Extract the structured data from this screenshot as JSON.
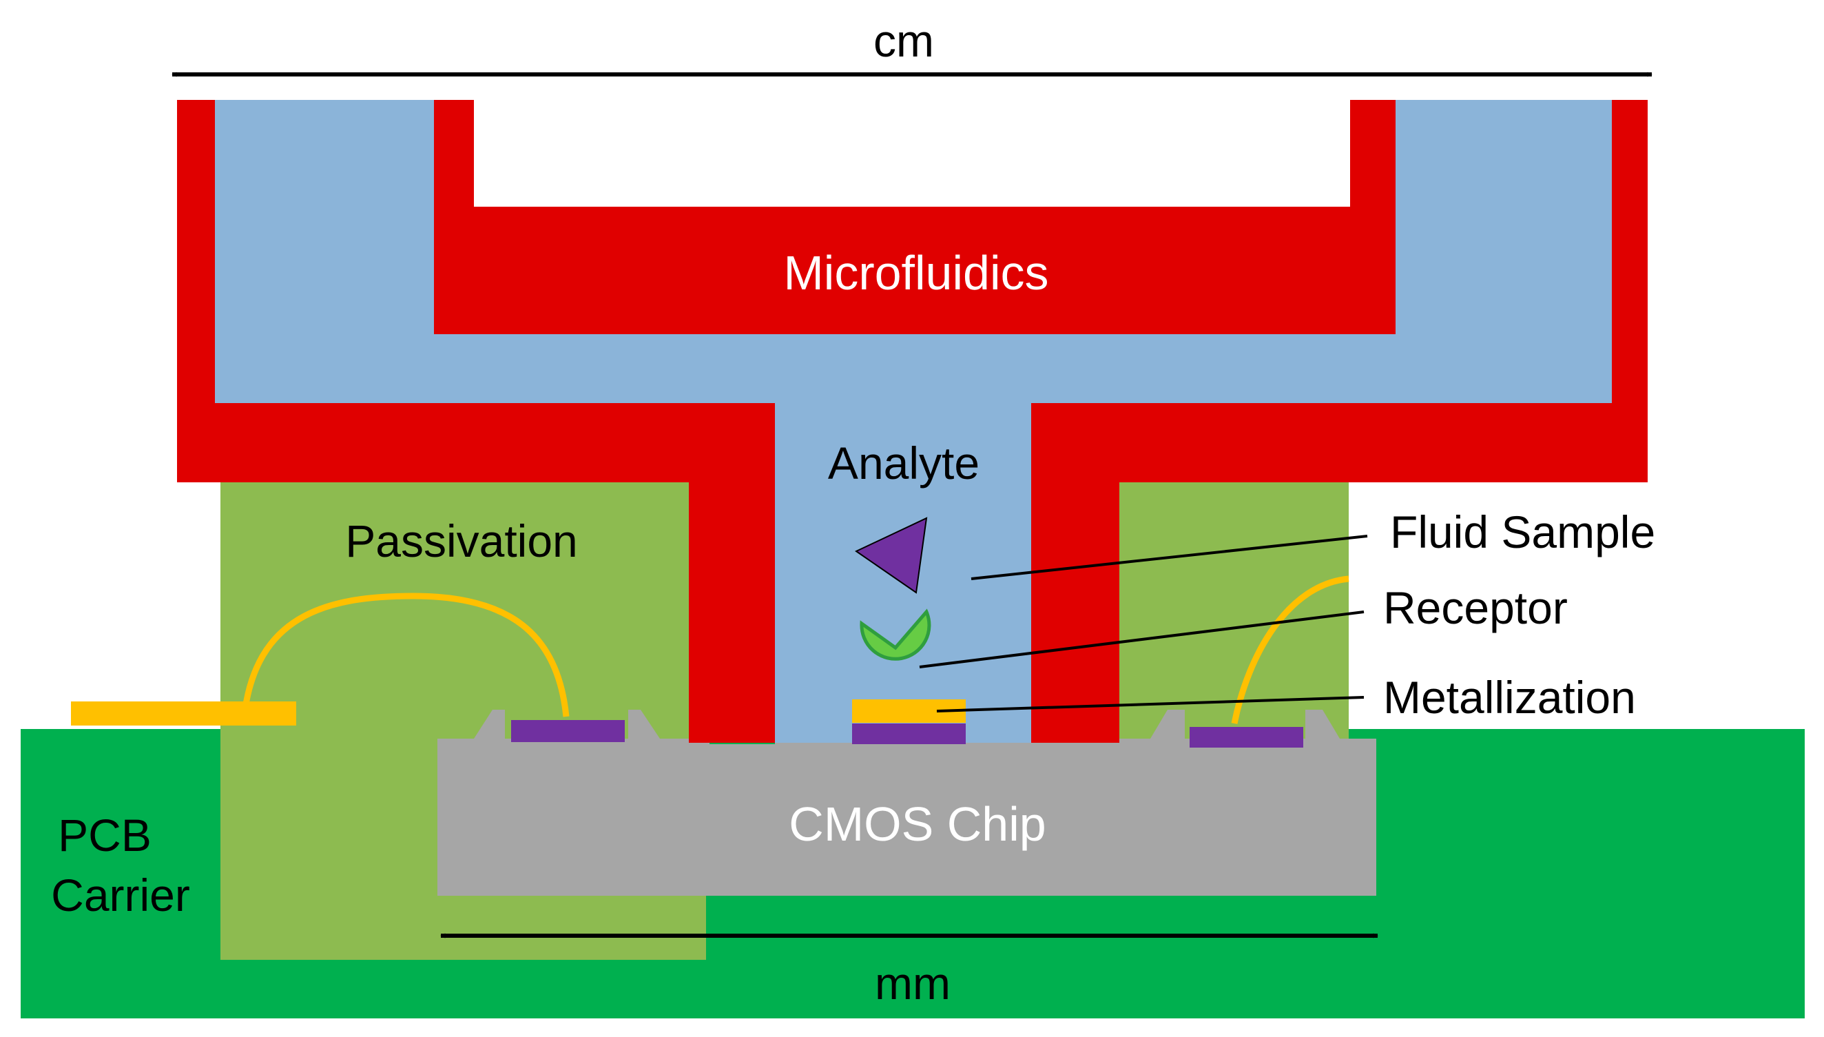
{
  "labels": {
    "top_dimension": "cm",
    "bottom_dimension": "mm",
    "microfluidics": "Microfluidics",
    "analyte": "Analyte",
    "passivation": "Passivation",
    "fluid_sample": "Fluid Sample",
    "receptor": "Receptor",
    "metallization": "Metallization",
    "cmos_chip": "CMOS Chip",
    "pcb_carrier_line1": "PCB",
    "pcb_carrier_line2": "Carrier"
  },
  "colors": {
    "microfluidics": "#e00000",
    "fluid": "#8bb4d9",
    "passivation": "#8dbb50",
    "pcb": "#00b04f",
    "chip": "#a6a6a6",
    "metal_pad": "#7030a0",
    "gold": "#ffc000",
    "analyte": "#7030a0",
    "receptor": "#66cc44",
    "receptor_outline": "#2f9e3e"
  }
}
